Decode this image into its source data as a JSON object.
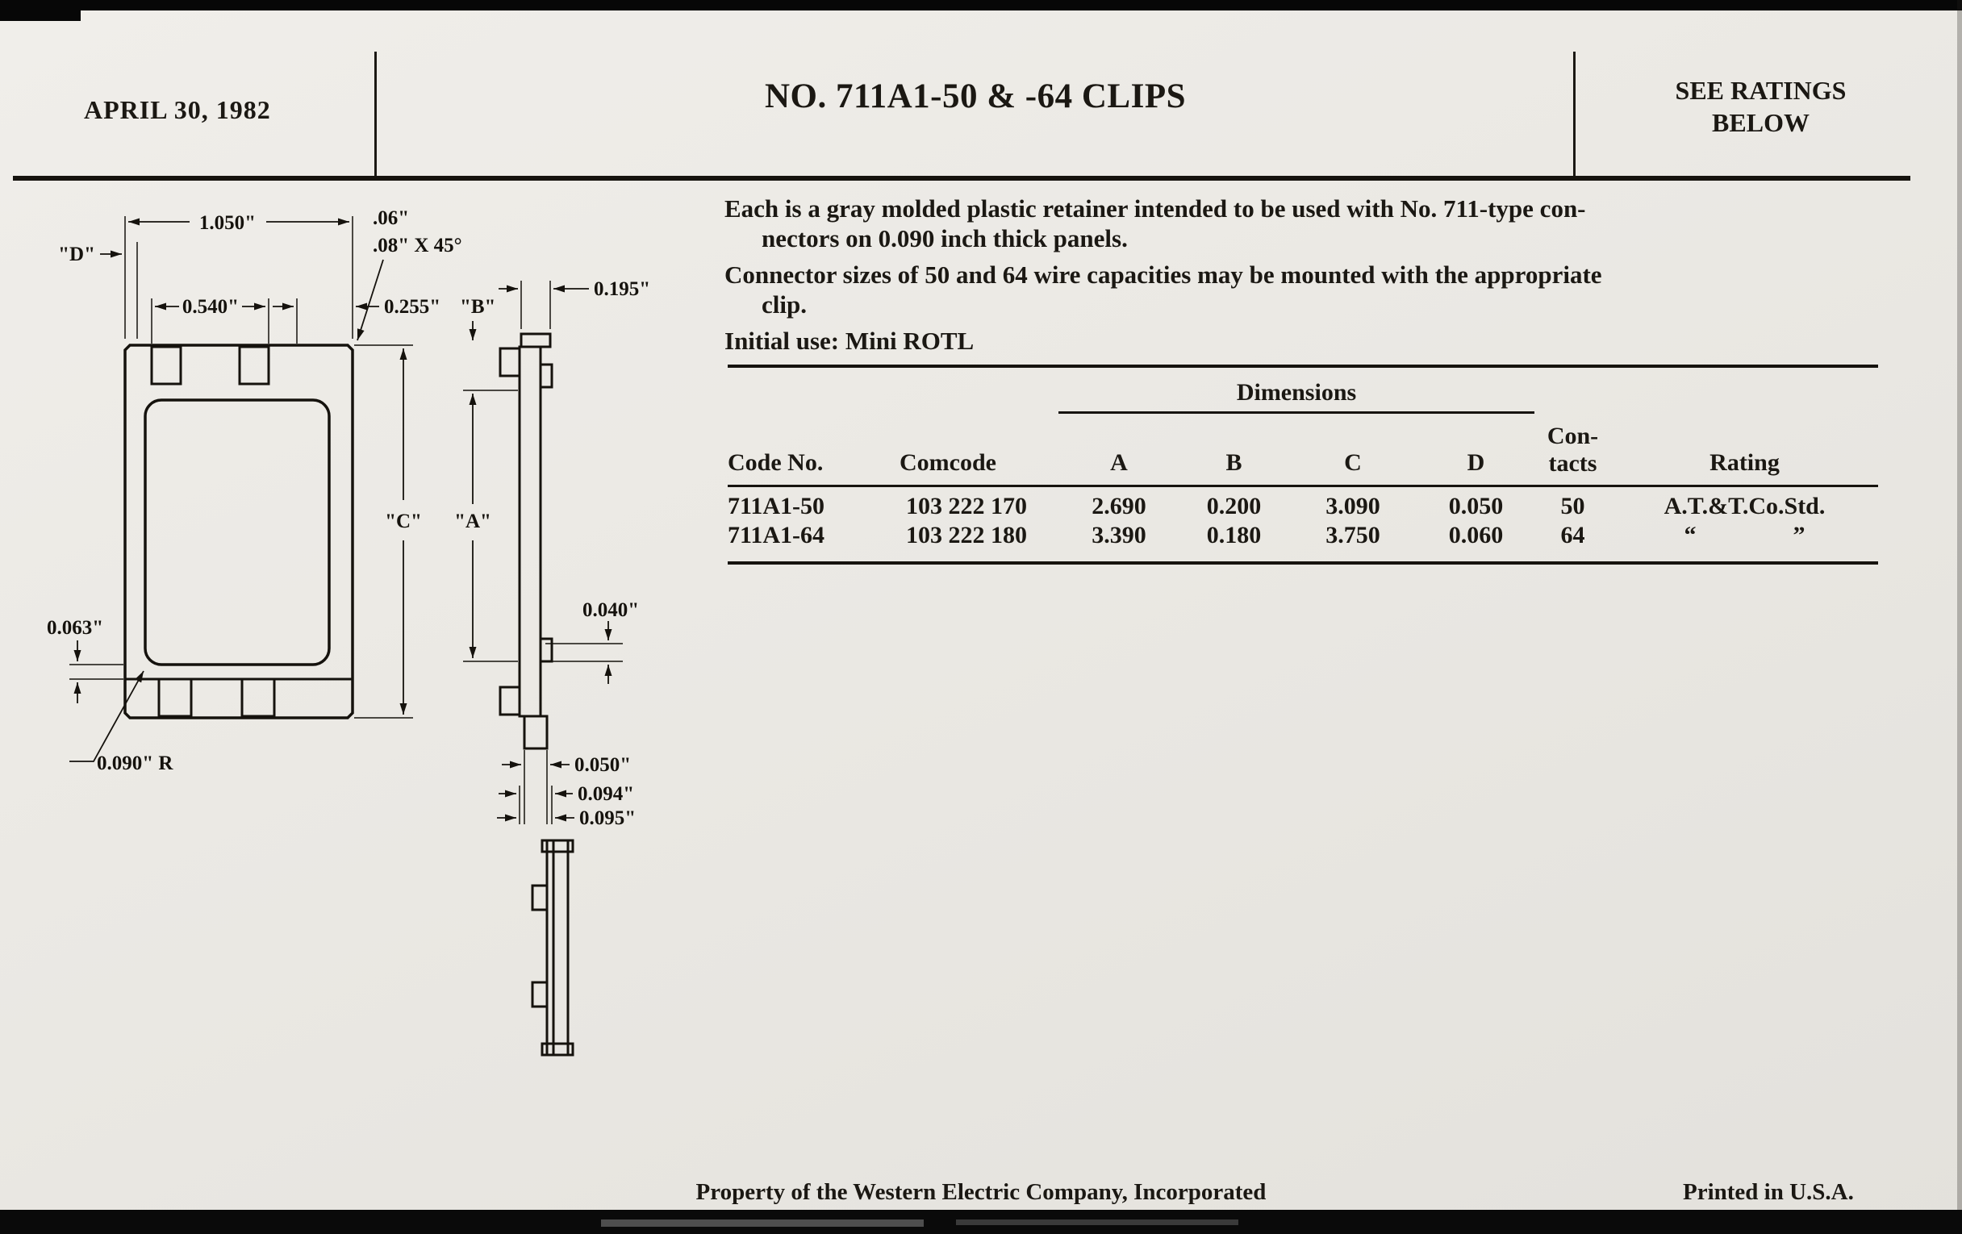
{
  "header": {
    "date": "APRIL 30, 1982",
    "title": "NO. 711A1-50 & -64 CLIPS",
    "ratings_line1": "SEE RATINGS",
    "ratings_line2": "BELOW"
  },
  "description": {
    "p1_line1": "Each is a gray molded plastic retainer intended to be used with No. 711-type con-",
    "p1_line2": "nectors on 0.090 inch thick panels.",
    "p2_line1": "Connector sizes of 50 and 64 wire capacities may be mounted with the appropriate",
    "p2_line2": "clip.",
    "p3": "Initial use: Mini ROTL"
  },
  "table": {
    "group_header": "Dimensions",
    "headers": {
      "code": "Code No.",
      "comcode": "Comcode",
      "a": "A",
      "b": "B",
      "c": "C",
      "d": "D",
      "contacts1": "Con-",
      "contacts2": "tacts",
      "rating": "Rating"
    },
    "rows": [
      {
        "code": "711A1-50",
        "comcode": "103 222 170",
        "a": "2.690",
        "b": "0.200",
        "c": "3.090",
        "d": "0.050",
        "contacts": "50",
        "rating": "A.T.&T.Co.Std."
      },
      {
        "code": "711A1-64",
        "comcode": "103 222 180",
        "a": "3.390",
        "b": "0.180",
        "c": "3.750",
        "d": "0.060",
        "contacts": "64",
        "rating": "“    ”"
      }
    ]
  },
  "drawing": {
    "dim_width": "1.050\"",
    "dim_d": "\"D\"",
    "chamfer_top": ".06\"",
    "chamfer_bottom": ".08\" X 45°",
    "dim_540": "0.540\"",
    "dim_255": "0.255\"",
    "dim_b": "\"B\"",
    "dim_195": "0.195\"",
    "dim_c": "\"C\"",
    "dim_a": "\"A\"",
    "dim_063": "0.063\"",
    "dim_040": "0.040\"",
    "dim_radius": "0.090\" R",
    "dim_050": "0.050\"",
    "dim_094": "0.094\"",
    "dim_095": "0.095\""
  },
  "footer": {
    "property_note": "Property of the Western Electric Company, Incorporated",
    "printed_note": "Printed in U.S.A."
  }
}
